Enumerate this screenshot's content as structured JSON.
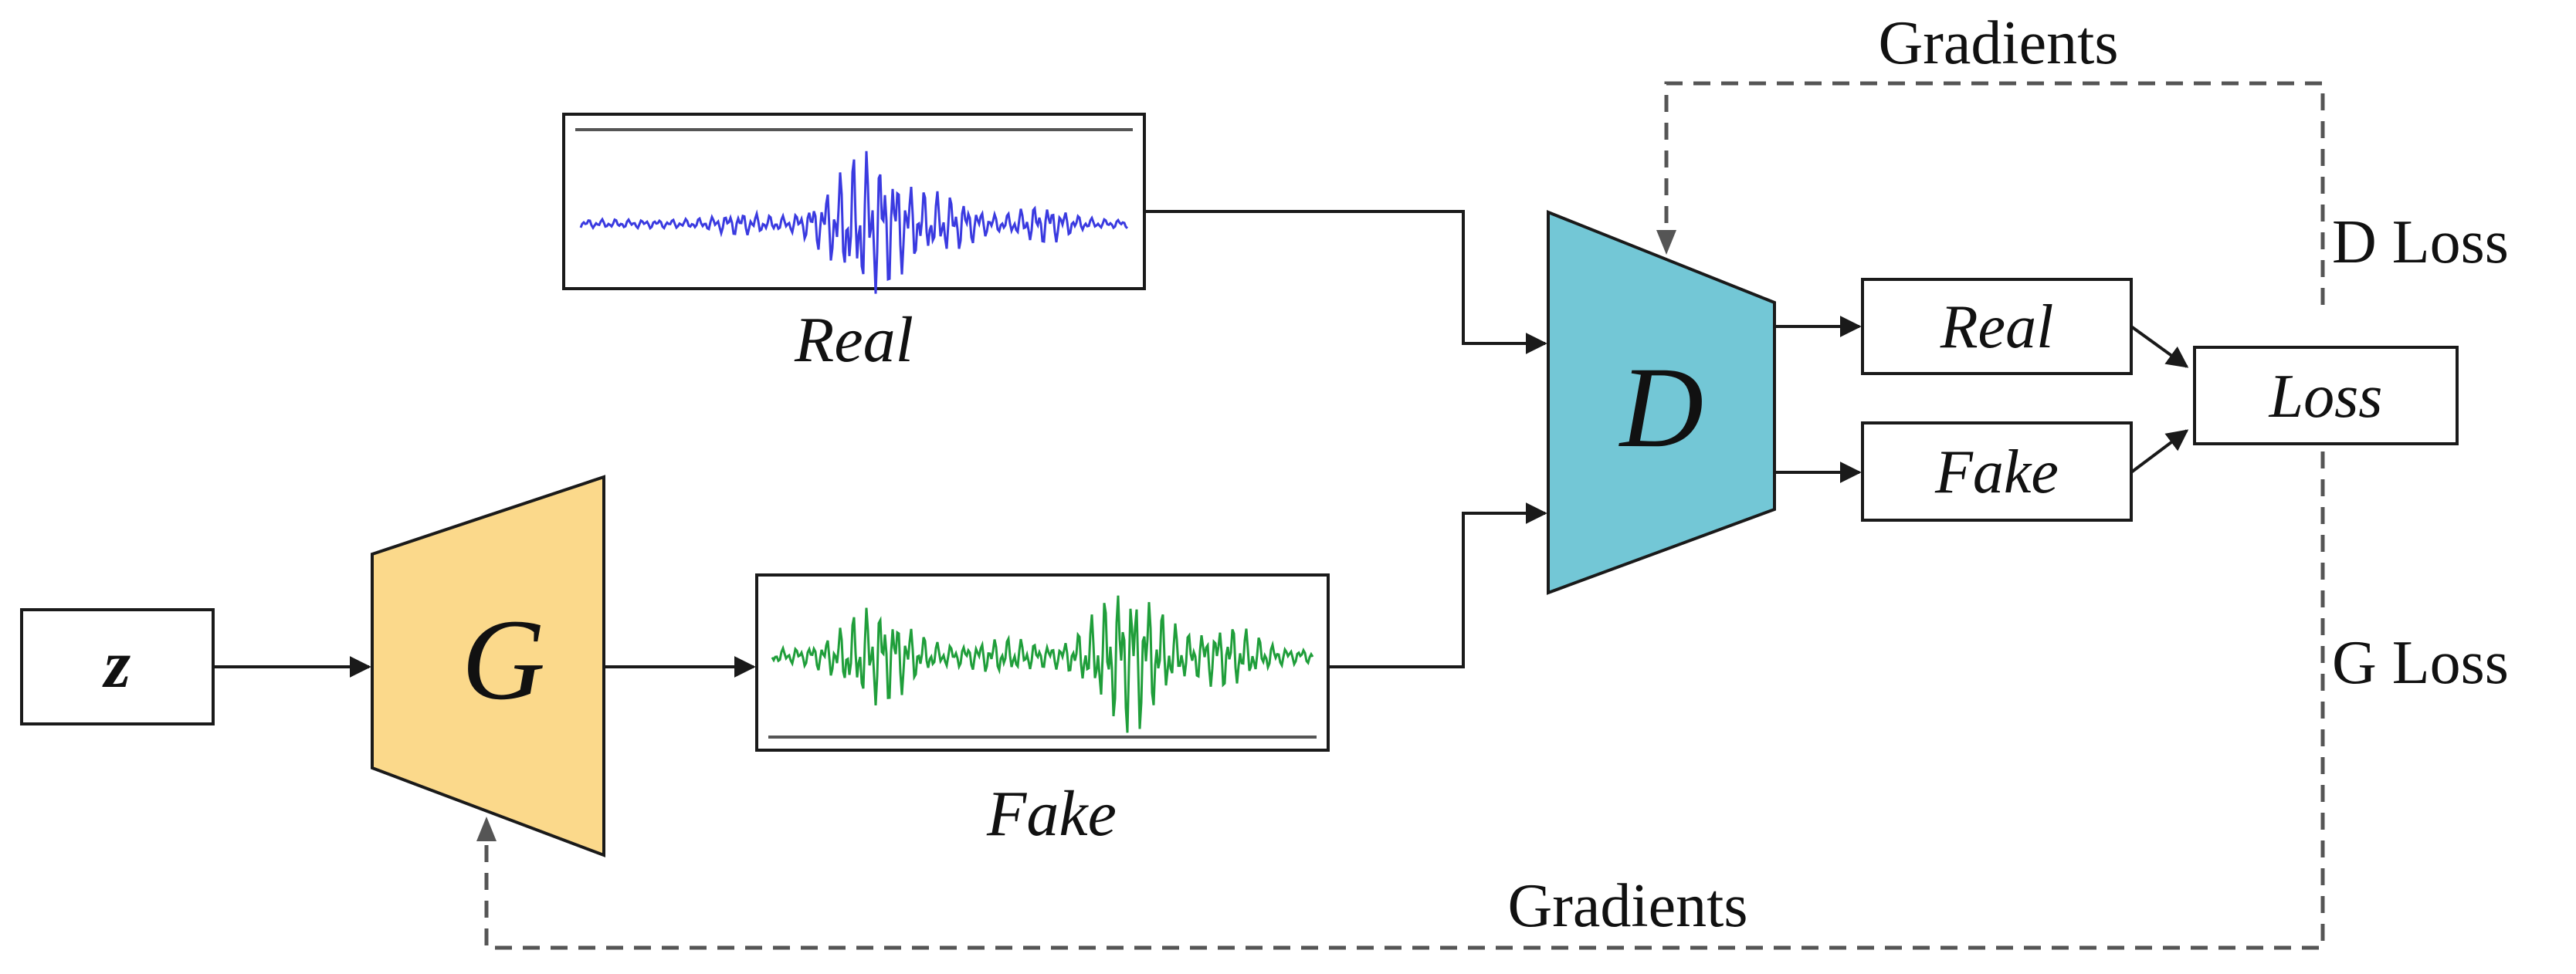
{
  "labels": {
    "gradients_top": "Gradients",
    "gradients_bottom": "Gradients",
    "d_loss": "D Loss",
    "g_loss": "G Loss",
    "real_signal_caption": "Real",
    "fake_signal_caption": "Fake",
    "generator": "G",
    "discriminator": "D",
    "noise_input": "z",
    "real_output": "Real",
    "fake_output": "Fake",
    "loss": "Loss"
  },
  "colors": {
    "generator_fill": "#fbd98b",
    "discriminator_fill": "#73c7d6",
    "real_waveform": "#3a3ae0",
    "fake_waveform": "#1f9e3a"
  }
}
